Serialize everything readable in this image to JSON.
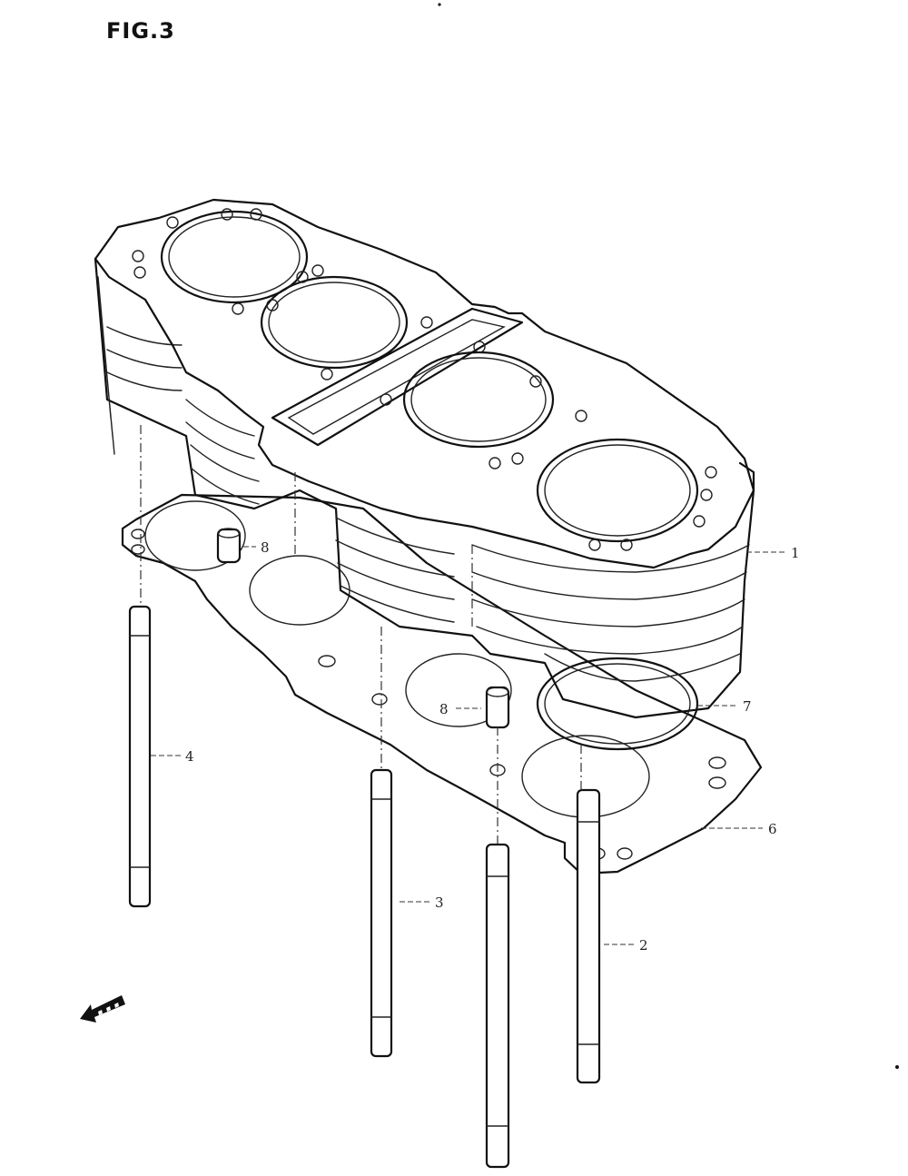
{
  "figure": {
    "title": "FIG.3"
  },
  "callouts": {
    "c1": "1",
    "c2": "2",
    "c3": "3",
    "c4": "4",
    "c6": "6",
    "c7": "7",
    "c8a": "8",
    "c8b": "8"
  },
  "icons": {
    "front_arrow": "front-direction-arrow-icon"
  }
}
